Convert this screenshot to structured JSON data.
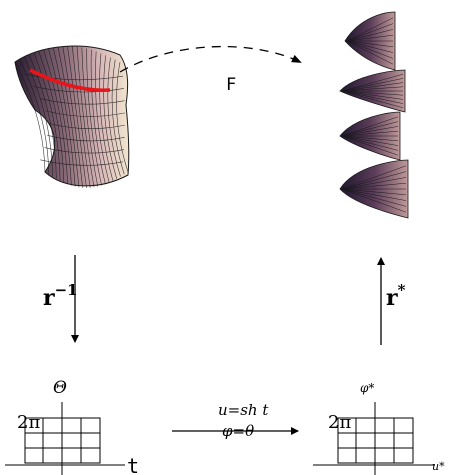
{
  "colors": {
    "ink": "#000000",
    "curve": "#e8141a",
    "surface_mesh": "#1a1a1a",
    "surface_dark": "#3a2a40",
    "surface_light": "#c8a2a6"
  },
  "labels": {
    "map_f": "F",
    "r_inverse_base": "r",
    "r_inverse_exp": "−1",
    "r_star_base": "r",
    "r_star_exp": "*",
    "theta": "Θ",
    "two_pi_left": "2π",
    "t_axis": "t",
    "phi_star": "φ*",
    "two_pi_right": "2π",
    "u_star_axis": "u*",
    "transform_line1": "u=sh t",
    "transform_line2": "φ=θ"
  },
  "icons": {
    "hyperboloid": "ruled-hyperboloid-surface",
    "helicoid": "helicoid-surface"
  }
}
